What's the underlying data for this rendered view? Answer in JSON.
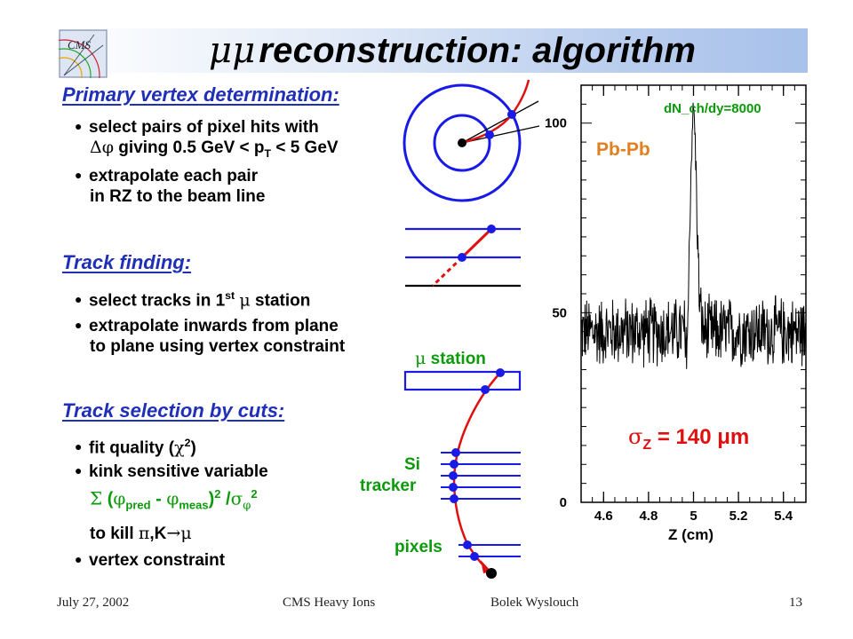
{
  "slide": {
    "title_sym": "μμ",
    "title_text": "reconstruction: algorithm",
    "logo_text": "CMS"
  },
  "sections": {
    "primary_vertex": {
      "heading": "Primary vertex determination:",
      "bullet1_line1": "select pairs of pixel hits with",
      "bullet1_sym": "Δφ",
      "bullet1_line2a": " giving 0.5 GeV < p",
      "bullet1_sub": "T",
      "bullet1_line2b": " < 5 GeV",
      "bullet2_line1": "extrapolate each pair",
      "bullet2_line2": "in RZ to the beam line"
    },
    "track_finding": {
      "heading": "Track finding:",
      "bullet1_a": "select tracks in 1",
      "bullet1_sup": "st",
      "bullet1_sym": "μ",
      "bullet1_b": " station",
      "bullet2_line1": "extrapolate inwards from plane",
      "bullet2_line2": "to plane using vertex constraint"
    },
    "track_selection": {
      "heading": "Track selection by cuts:",
      "bullet1_a": "fit quality (",
      "bullet1_sym": "χ",
      "bullet1_sup": "2",
      "bullet1_b": ")",
      "bullet2": "kink sensitive variable",
      "formula_sigma": "Σ",
      "formula_open": " (",
      "formula_phi1": "φ",
      "formula_sub1": "pred",
      "formula_minus": " - ",
      "formula_phi2": "φ",
      "formula_sub2": "meas",
      "formula_close": ")",
      "formula_sup": "2",
      "formula_div": " /",
      "formula_sigma2": "σ",
      "formula_sub3": "φ",
      "formula_sup2": "2",
      "kill_a": "to kill ",
      "kill_sym1": "π",
      "kill_b": ",K",
      "kill_arrow": "→",
      "kill_sym2": "μ",
      "bullet3": "vertex constraint"
    }
  },
  "diagram": {
    "mu_station_sym": "μ",
    "mu_station_text": " station",
    "si_label": "Si",
    "tracker_label": "tracker",
    "pixels_label": "pixels",
    "colors": {
      "blue": "#1a1ae6",
      "red": "#e01010",
      "green": "#0a9a0a"
    }
  },
  "chart_data": {
    "type": "line",
    "annotation_top": "dN_ch/dy=8000",
    "annotation_system": "Pb-Pb",
    "annotation_sigma": "σ",
    "annotation_sigma_sub": "Z",
    "annotation_value": " = 140 μm",
    "xlabel": "Z (cm)",
    "ylabel": "",
    "xlim": [
      4.5,
      5.5
    ],
    "ylim": [
      0,
      110
    ],
    "xticks": [
      "4.6",
      "4.8",
      "5",
      "5.2",
      "5.4"
    ],
    "yticks": [
      "0",
      "50",
      "100"
    ],
    "series": [
      {
        "peak_center": 5.0,
        "peak_height": 103,
        "background_mean": 45,
        "background_spread": 8
      }
    ]
  },
  "footer": {
    "date": "July 27, 2002",
    "center": "CMS Heavy Ions",
    "author": "Bolek Wyslouch",
    "page": "13"
  }
}
